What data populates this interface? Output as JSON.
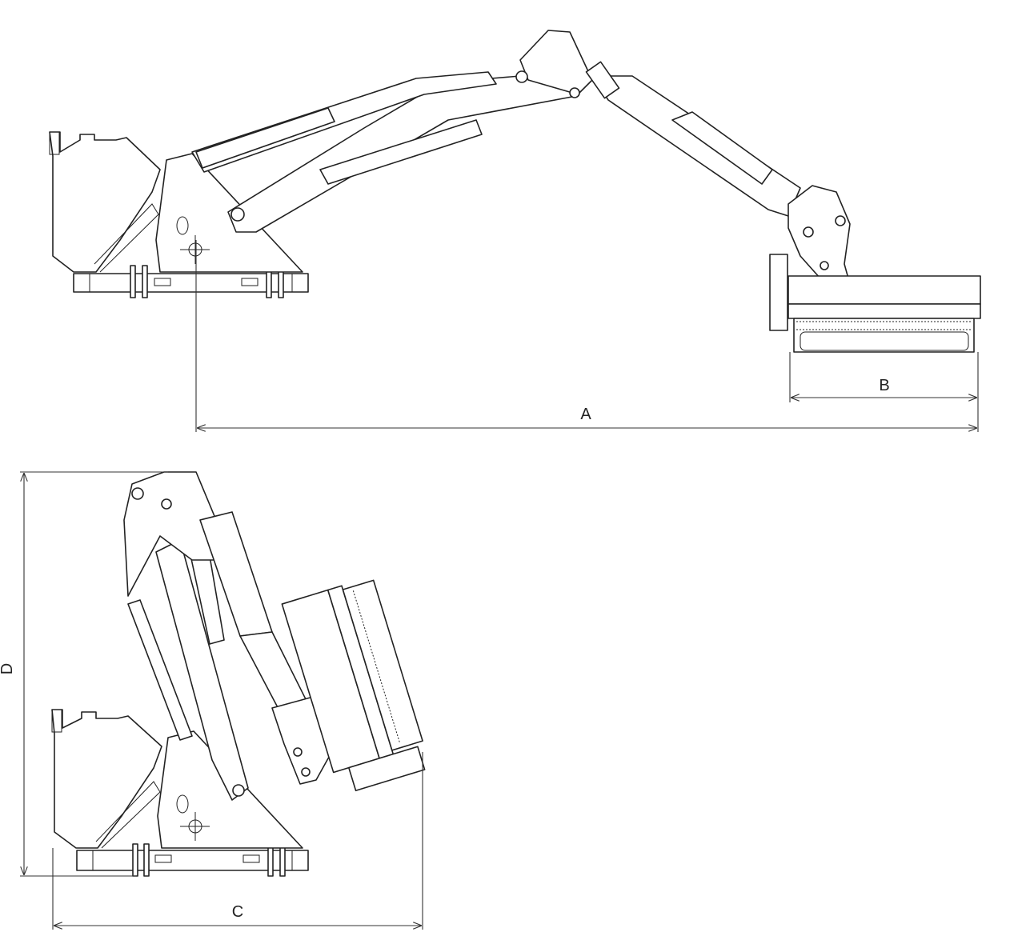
{
  "dimensions": {
    "a": "A",
    "b": "B",
    "c": "C",
    "d": "D"
  }
}
